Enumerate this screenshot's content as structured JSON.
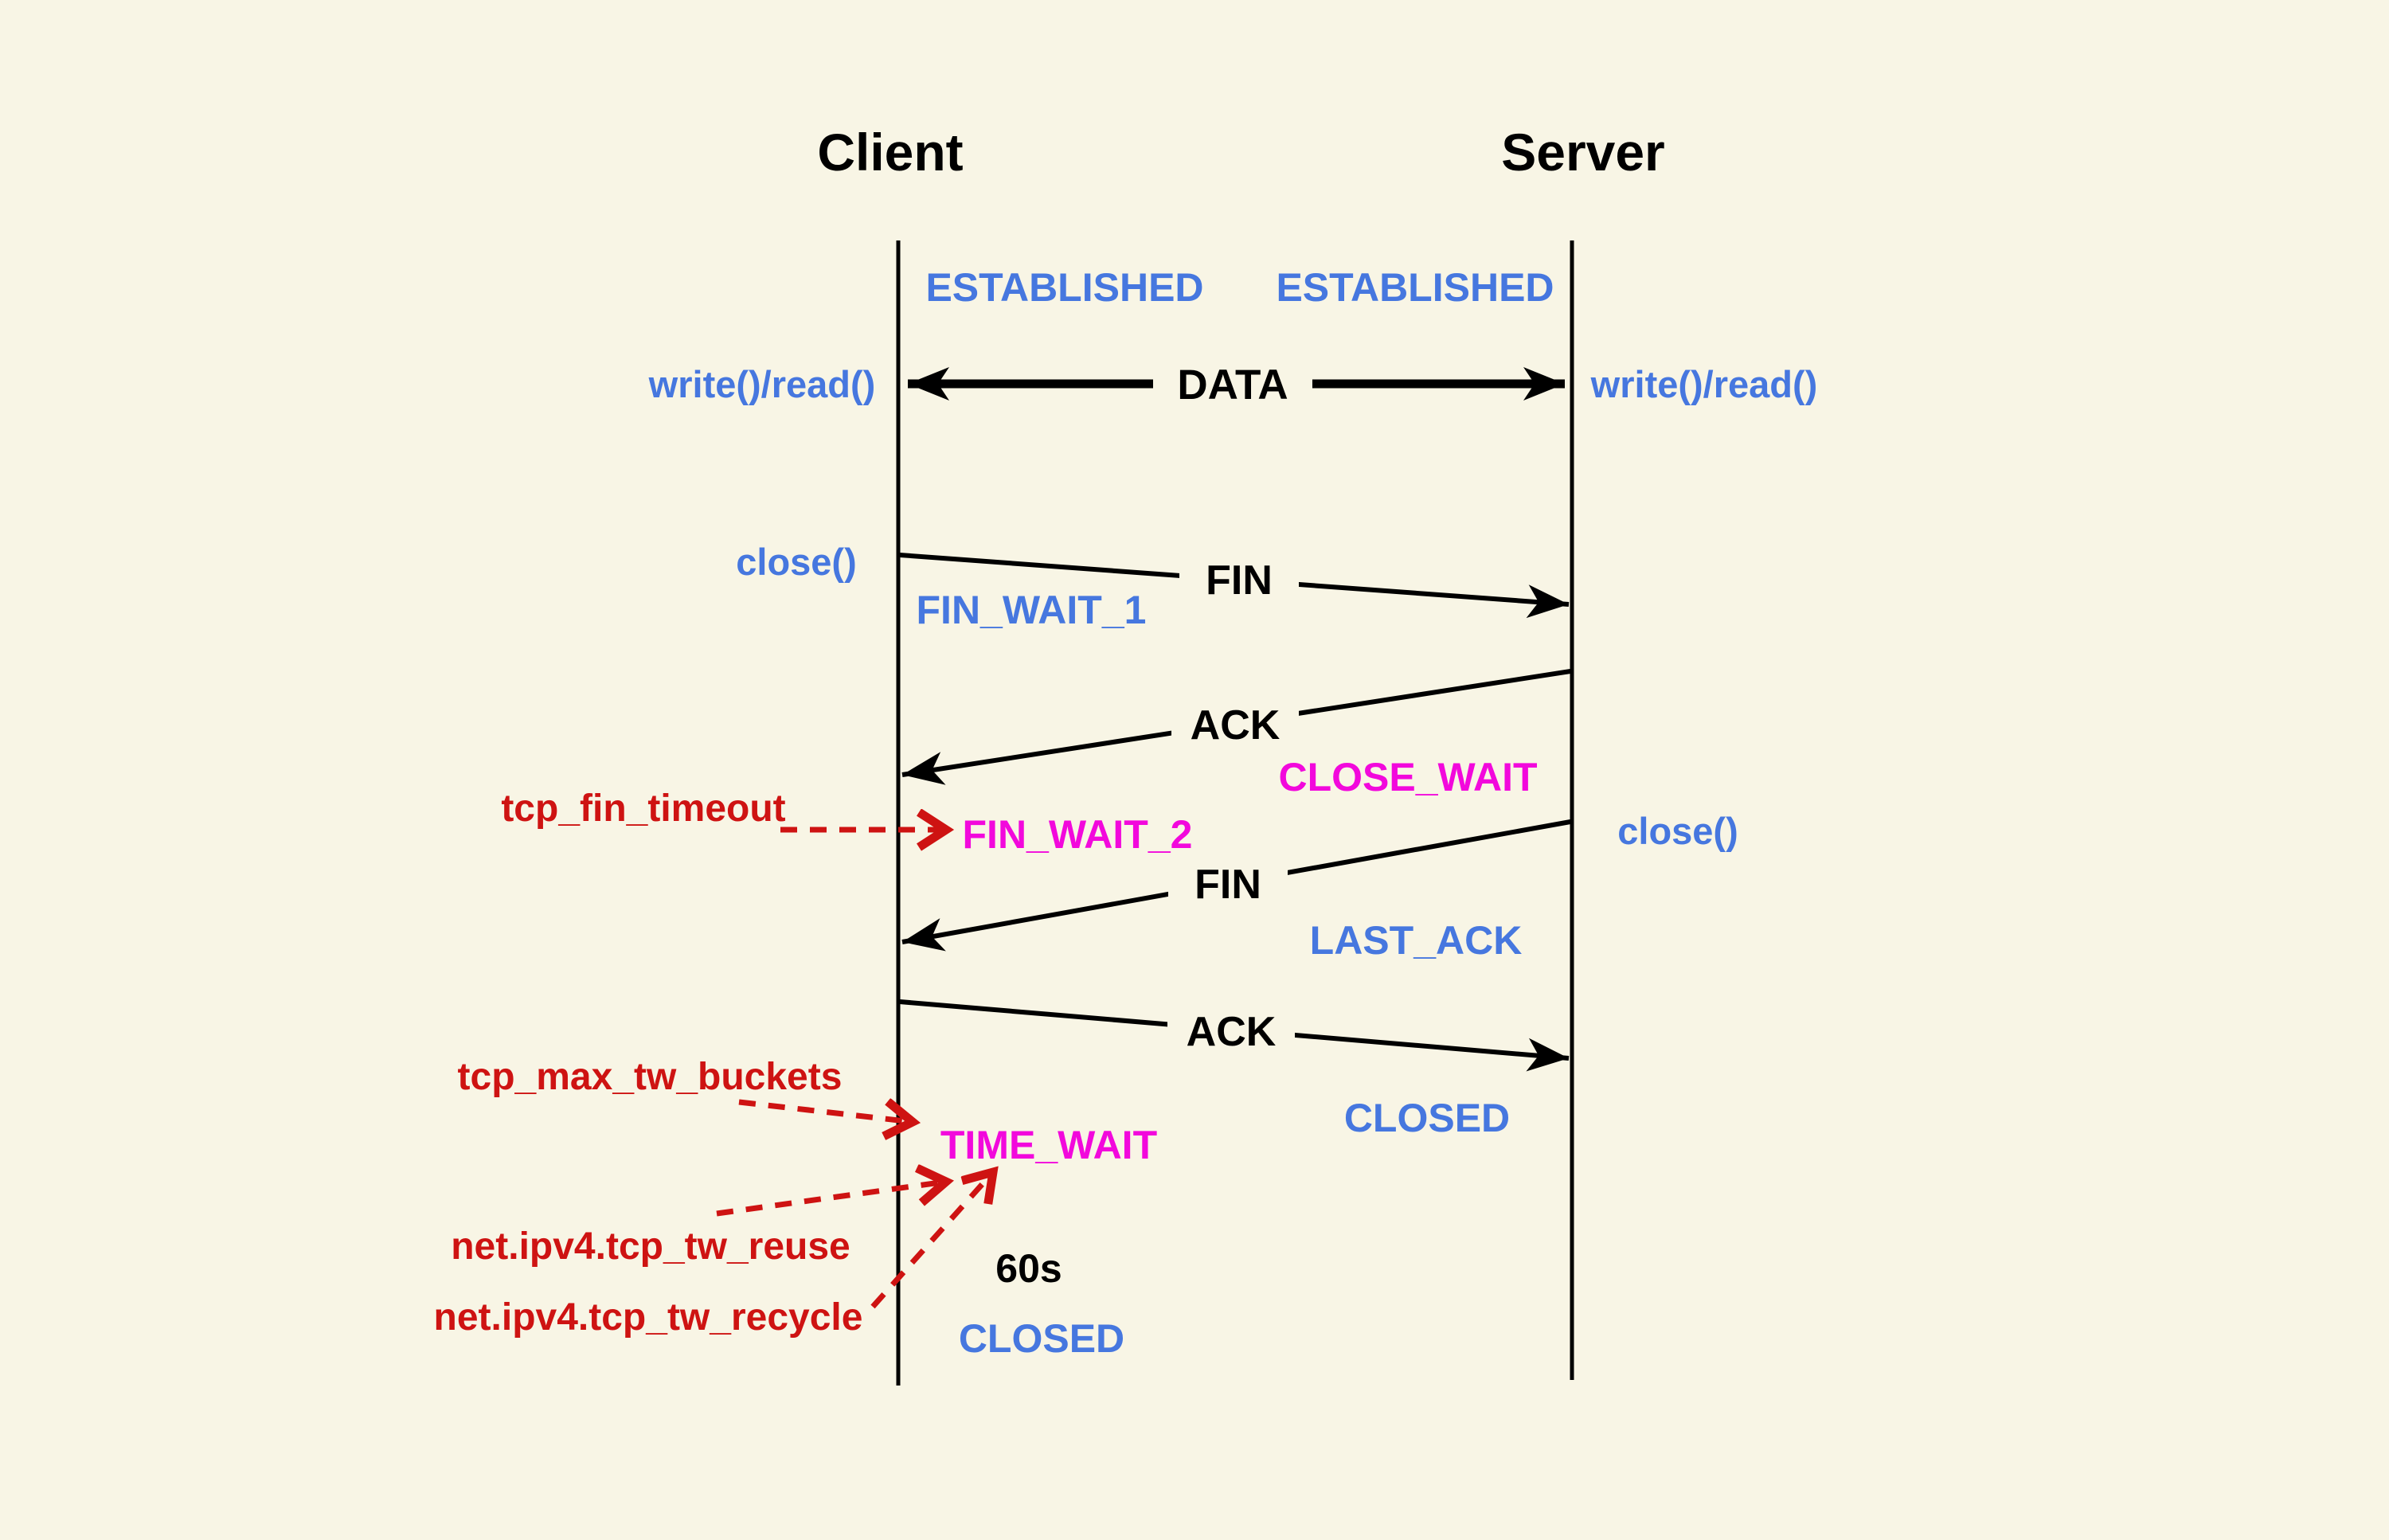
{
  "colors": {
    "background": "#F8F5E5",
    "black": "#000000",
    "blue": "#4677DF",
    "magenta": "#F208DC",
    "red": "#CE1312"
  },
  "actors": {
    "client": "Client",
    "server": "Server"
  },
  "states": {
    "client_established": "ESTABLISHED",
    "server_established": "ESTABLISHED",
    "fin_wait_1": "FIN_WAIT_1",
    "fin_wait_2": "FIN_WAIT_2",
    "close_wait": "CLOSE_WAIT",
    "last_ack": "LAST_ACK",
    "time_wait": "TIME_WAIT",
    "server_closed": "CLOSED",
    "client_closed": "CLOSED"
  },
  "syscalls": {
    "client_write_read": "write()/read()",
    "server_write_read": "write()/read()",
    "client_close": "close()",
    "server_close": "close()"
  },
  "messages": {
    "data": "DATA",
    "fin_1": "FIN",
    "ack_1": "ACK",
    "fin_2": "FIN",
    "ack_2": "ACK"
  },
  "tunables": {
    "fin_timeout": "tcp_fin_timeout",
    "max_tw_buckets": "tcp_max_tw_buckets",
    "tw_reuse": "net.ipv4.tcp_tw_reuse",
    "tw_recycle": "net.ipv4.tcp_tw_recycle"
  },
  "notes": {
    "time_wait_duration": "60s"
  }
}
